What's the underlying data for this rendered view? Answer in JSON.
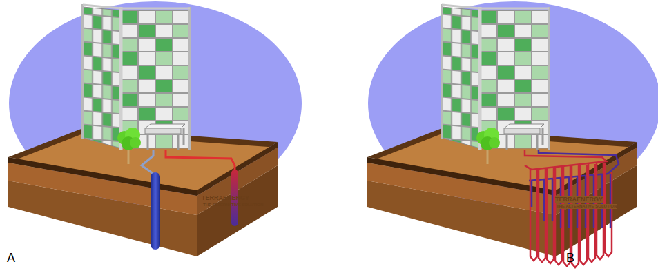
{
  "diagram": {
    "labels": [
      "A",
      "B",
      "TERRAENERGY",
      "THE ALTERNATIVE SOLUTION",
      "TERRAENERGY",
      "THE ALTERNATIVE SOLUTION"
    ]
  }
}
